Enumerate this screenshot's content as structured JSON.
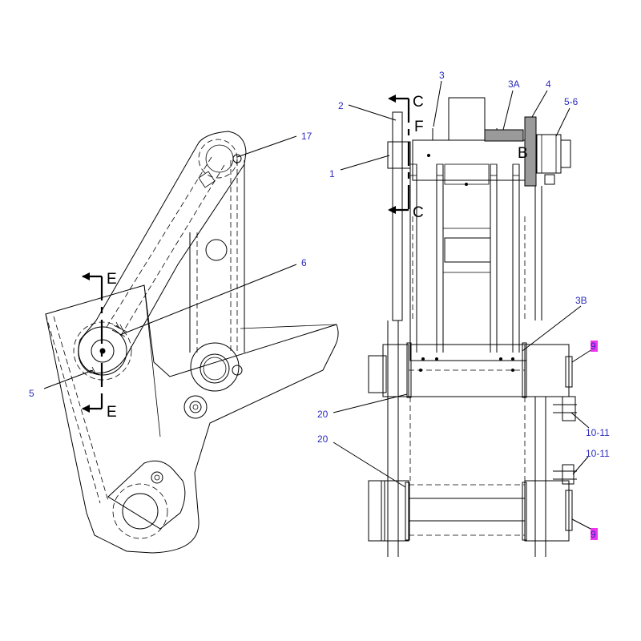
{
  "diagram": {
    "section_letters": {
      "e_top": "E",
      "e_bottom": "E",
      "c_top": "C",
      "c_bottom": "C",
      "f": "F",
      "b": "B"
    },
    "callouts": {
      "c1": "1",
      "c2": "2",
      "c3": "3",
      "c3a": "3A",
      "c3b": "3B",
      "c4": "4",
      "c5_6": "5-6",
      "c5": "5",
      "c6": "6",
      "c17": "17",
      "c9_top": "9",
      "c9_bottom": "9",
      "c10_11_top": "10-11",
      "c10_11_bottom": "10-11",
      "c20_top": "20",
      "c20_bottom": "20"
    },
    "colors": {
      "callout_text": "#2b2bbf",
      "highlight": "#ee35ee",
      "line": "#000000"
    }
  }
}
